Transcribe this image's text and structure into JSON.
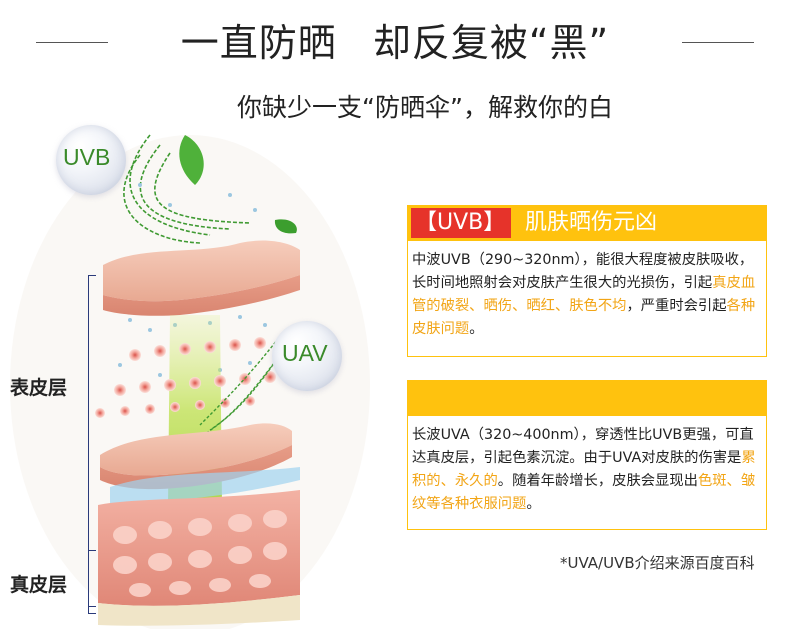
{
  "header": {
    "title_part1": "一直防晒",
    "title_part2": "却反复被“黑”",
    "subtitle": "你缺少一支“防晒伞”，解救你的白"
  },
  "illustration": {
    "uvb_bubble": "UVB",
    "uav_bubble": "UAV",
    "epidermis_label": "表皮层",
    "dermis_label": "真皮层"
  },
  "uvb_panel": {
    "tag": "【UVB】",
    "heading": "肌肤晒伤元凶",
    "text1": "中波UVB（290~320nm），能很大程度被皮肤吸收，长时间地照射会对皮肤产生很大的光损伤，引起",
    "hl1": "真皮血管的破裂、晒伤、晒红、肤色不均",
    "text2": "，严重时会引起",
    "hl2": "各种皮肤问题",
    "text3": "。"
  },
  "uva_panel": {
    "heading": "",
    "text1": "长波UVA（320~400nm），穿透性比UVB更强，可直达真皮层，引起色素沉淀。由于UVA对皮肤的伤害是",
    "hl1": "累积的、永久的",
    "text2": "。随着年龄增长，皮肤会显现出",
    "hl2": "色斑、皱纹等各种衣服问题",
    "text3": "。"
  },
  "footnote": "*UVA/UVB介绍来源百度百科",
  "colors": {
    "accent_yellow": "#ffc20e",
    "tag_red": "#e6332a",
    "highlight": "#f2a516",
    "bubble_text": "#3a8a2a"
  }
}
